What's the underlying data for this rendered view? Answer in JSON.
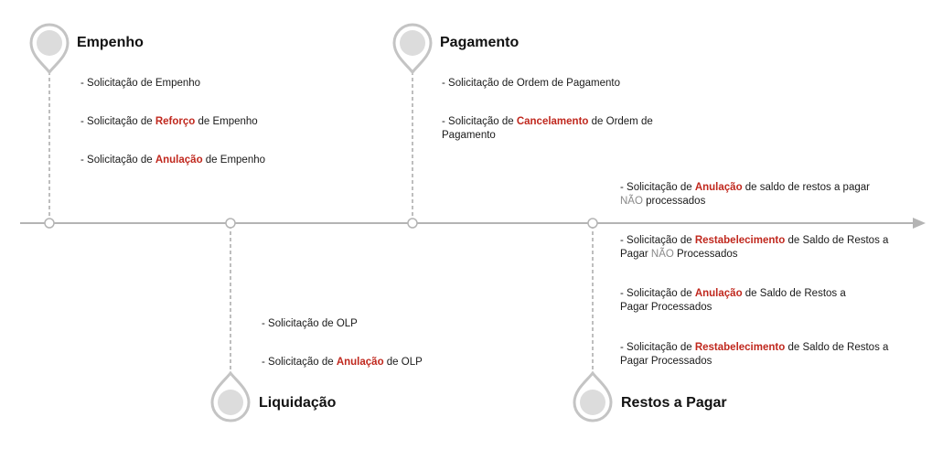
{
  "colors": {
    "axis": "#b4b4b4",
    "dashed_line": "#a8a8a8",
    "pin_ring": "#c4c4c4",
    "pin_fill": "#dcdcdc",
    "highlight": "#c0281e",
    "muted": "#8a8a8a",
    "text": "#1a1a1a"
  },
  "stages": {
    "empenho": {
      "title": "Empenho",
      "icon": "map-pin-icon",
      "items": [
        {
          "prefix": "- Solicitação de Empenho",
          "highlight": "",
          "suffix": ""
        },
        {
          "prefix": "- Solicitação de ",
          "highlight": "Reforço",
          "suffix": " de Empenho"
        },
        {
          "prefix": "- Solicitação de ",
          "highlight": "Anulação",
          "suffix": " de Empenho"
        }
      ]
    },
    "liquidacao": {
      "title": "Liquidação",
      "icon": "map-pin-icon",
      "items": [
        {
          "prefix": "- Solicitação de OLP",
          "highlight": "",
          "suffix": ""
        },
        {
          "prefix": "- Solicitação de ",
          "highlight": "Anulação",
          "suffix": " de OLP"
        }
      ]
    },
    "pagamento": {
      "title": "Pagamento",
      "icon": "map-pin-icon",
      "items": [
        {
          "prefix": "- Solicitação de Ordem de Pagamento",
          "highlight": "",
          "suffix": ""
        },
        {
          "prefix": "- Solicitação de ",
          "highlight": "Cancelamento",
          "suffix": " de Ordem de",
          "line2": "Pagamento"
        }
      ]
    },
    "restos": {
      "title": "Restos a Pagar",
      "icon": "map-pin-icon",
      "items": [
        {
          "prefix": "- Solicitação de ",
          "highlight": "Anulação",
          "suffix": " de saldo de restos a pagar",
          "line2_muted": "NÃO",
          "line2": " processados"
        },
        {
          "prefix": "- Solicitação de ",
          "highlight": "Restabelecimento",
          "suffix": " de Saldo de Restos a",
          "line2_pre": "Pagar ",
          "line2_muted": "NÃO",
          "line2": " Processados"
        },
        {
          "prefix": "- Solicitação de ",
          "highlight": "Anulação",
          "suffix": " de Saldo de Restos a",
          "line2": "Pagar  Processados"
        },
        {
          "prefix": "- Solicitação de ",
          "highlight": "Restabelecimento",
          "suffix": " de Saldo de Restos a",
          "line2": "Pagar Processados"
        }
      ]
    }
  }
}
